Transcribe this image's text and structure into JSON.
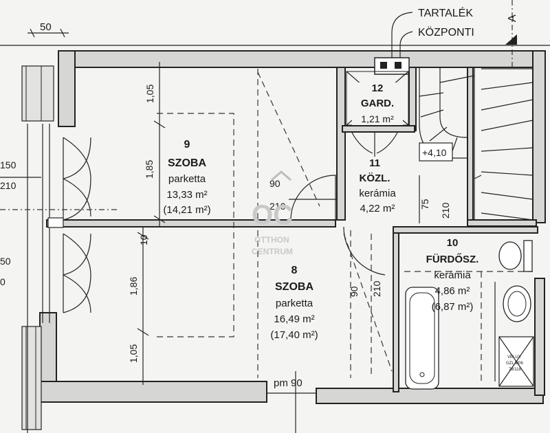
{
  "dimension_top": "50",
  "annotation": {
    "line1": "TARTALÉK",
    "line2": "KÖZPONTI"
  },
  "section_marker": "A",
  "rooms": {
    "r9": {
      "number": "9",
      "name": "SZOBA",
      "floor": "parketta",
      "area": "13,33 m²",
      "area_gross": "(14,21 m²)"
    },
    "r8": {
      "number": "8",
      "name": "SZOBA",
      "floor": "parketta",
      "area": "16,49 m²",
      "area_gross": "(17,40 m²)"
    },
    "r12": {
      "number": "12",
      "name": "GARD.",
      "area": "1,21 m²"
    },
    "r11": {
      "number": "11",
      "name": "KÖZL.",
      "floor": "kerámia",
      "area": "4,22 m²"
    },
    "r10": {
      "number": "10",
      "name": "FÜRDŐSZ.",
      "floor": "kerámia",
      "area": "4,86 m²",
      "area_gross": "(6,87 m²)"
    }
  },
  "level_mark": "+4,10",
  "dims": {
    "d105_top": "1,05",
    "d185": "1,85",
    "d10": "10",
    "d186": "1,86",
    "d105_bot": "1,05",
    "door9_w": "90",
    "door9_h": "210",
    "door11_w": "75",
    "door11_h": "210",
    "door8_w": "90",
    "door8_h": "210",
    "pm": "pm 90",
    "left1": "150",
    "left2": "210",
    "left3": "50",
    "left4": "0"
  },
  "velux": {
    "line1": "VELUX",
    "line2": "GZL M06",
    "line3": "78/118"
  },
  "watermark": {
    "logo": "OC",
    "line1": "OTTHON",
    "line2": "CENTRUM"
  }
}
